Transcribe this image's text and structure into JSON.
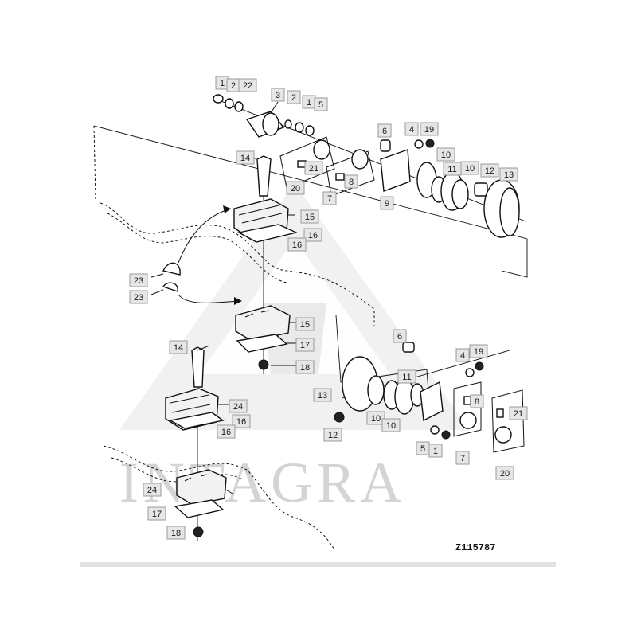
{
  "watermark": {
    "text": "INTAGRA",
    "color": "#d4d4d4"
  },
  "reference_code": "Z115787",
  "callouts": [
    {
      "label": "1"
    },
    {
      "label": "2"
    },
    {
      "label": "22"
    },
    {
      "label": "3"
    },
    {
      "label": "2"
    },
    {
      "label": "1"
    },
    {
      "label": "5"
    },
    {
      "label": "6"
    },
    {
      "label": "4"
    },
    {
      "label": "19"
    },
    {
      "label": "10"
    },
    {
      "label": "11"
    },
    {
      "label": "10"
    },
    {
      "label": "12"
    },
    {
      "label": "13"
    },
    {
      "label": "14"
    },
    {
      "label": "21"
    },
    {
      "label": "20"
    },
    {
      "label": "8"
    },
    {
      "label": "7"
    },
    {
      "label": "9"
    },
    {
      "label": "15"
    },
    {
      "label": "16"
    },
    {
      "label": "16"
    },
    {
      "label": "23"
    },
    {
      "label": "23"
    },
    {
      "label": "15"
    },
    {
      "label": "17"
    },
    {
      "label": "18"
    },
    {
      "label": "14"
    },
    {
      "label": "6"
    },
    {
      "label": "4"
    },
    {
      "label": "19"
    },
    {
      "label": "11"
    },
    {
      "label": "13"
    },
    {
      "label": "10"
    },
    {
      "label": "10"
    },
    {
      "label": "8"
    },
    {
      "label": "21"
    },
    {
      "label": "24"
    },
    {
      "label": "16"
    },
    {
      "label": "16"
    },
    {
      "label": "12"
    },
    {
      "label": "5"
    },
    {
      "label": "1"
    },
    {
      "label": "7"
    },
    {
      "label": "20"
    },
    {
      "label": "24"
    },
    {
      "label": "17"
    },
    {
      "label": "18"
    }
  ],
  "colors": {
    "callout_fill": "#e6e6e6",
    "callout_stroke": "#9a9a9a",
    "line": "#111111"
  }
}
